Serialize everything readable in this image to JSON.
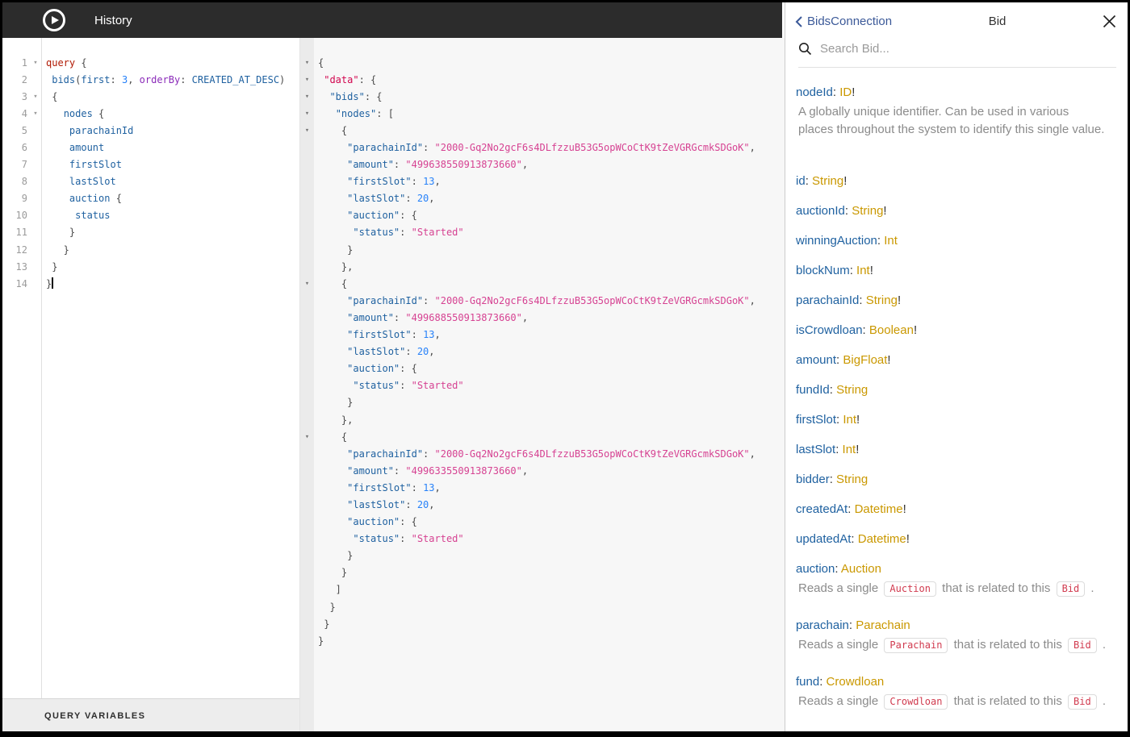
{
  "topbar": {
    "history_label": "History"
  },
  "vars_bar": {
    "label": "QUERY VARIABLES"
  },
  "icons": {
    "play": "play-icon",
    "search": "search-icon",
    "close": "close-icon",
    "back_chevron": "chevron-left-icon",
    "fold": "fold-arrow-icon"
  },
  "colors": {
    "topbar_bg": "#2c2c2c",
    "keyword": "#B11A04",
    "field": "#1F61A0",
    "argument": "#8B2BB9",
    "number": "#2882F9",
    "string": "#D64292",
    "data_key": "#D2054E",
    "type": "#CA9800",
    "back_link": "#3B5998",
    "pill_text": "#d13b4f",
    "response_bg": "#f7f7f7"
  },
  "editor": {
    "lines": [
      {
        "fold": true,
        "t": [
          [
            "k",
            "query "
          ],
          [
            "p",
            "{"
          ]
        ]
      },
      {
        "t": [
          [
            "p",
            " "
          ],
          [
            "f",
            "bids"
          ],
          [
            "p",
            "("
          ],
          [
            "f",
            "first"
          ],
          [
            "p",
            ": "
          ],
          [
            "n",
            "3"
          ],
          [
            "p",
            ", "
          ],
          [
            "a",
            "orderBy"
          ],
          [
            "p",
            ": "
          ],
          [
            "f",
            "CREATED_AT_DESC"
          ],
          [
            "p",
            ")"
          ]
        ]
      },
      {
        "fold": true,
        "t": [
          [
            "p",
            " {"
          ]
        ]
      },
      {
        "fold": true,
        "t": [
          [
            "p",
            "   "
          ],
          [
            "f",
            "nodes "
          ],
          [
            "p",
            "{"
          ]
        ]
      },
      {
        "t": [
          [
            "p",
            "    "
          ],
          [
            "f",
            "parachainId"
          ]
        ]
      },
      {
        "t": [
          [
            "p",
            "    "
          ],
          [
            "f",
            "amount"
          ]
        ]
      },
      {
        "t": [
          [
            "p",
            "    "
          ],
          [
            "f",
            "firstSlot"
          ]
        ]
      },
      {
        "t": [
          [
            "p",
            "    "
          ],
          [
            "f",
            "lastSlot"
          ]
        ]
      },
      {
        "t": [
          [
            "p",
            "    "
          ],
          [
            "f",
            "auction "
          ],
          [
            "p",
            "{"
          ]
        ]
      },
      {
        "t": [
          [
            "p",
            "     "
          ],
          [
            "f",
            "status"
          ]
        ]
      },
      {
        "t": [
          [
            "p",
            "    }"
          ]
        ]
      },
      {
        "t": [
          [
            "p",
            "   }"
          ]
        ]
      },
      {
        "t": [
          [
            "p",
            " }"
          ]
        ]
      },
      {
        "t": [
          [
            "p",
            "}"
          ],
          [
            "c",
            ""
          ]
        ]
      }
    ]
  },
  "response": {
    "lines": [
      {
        "fold": true,
        "t": [
          [
            "p",
            "{"
          ]
        ]
      },
      {
        "fold": true,
        "t": [
          [
            "p",
            " "
          ],
          [
            "d",
            "\"data\""
          ],
          [
            "p",
            ": {"
          ]
        ]
      },
      {
        "fold": true,
        "t": [
          [
            "p",
            "  "
          ],
          [
            "f",
            "\"bids\""
          ],
          [
            "p",
            ": {"
          ]
        ]
      },
      {
        "fold": true,
        "t": [
          [
            "p",
            "   "
          ],
          [
            "f",
            "\"nodes\""
          ],
          [
            "p",
            ": ["
          ]
        ]
      },
      {
        "fold": true,
        "t": [
          [
            "p",
            "    {"
          ]
        ]
      },
      {
        "t": [
          [
            "p",
            "     "
          ],
          [
            "f",
            "\"parachainId\""
          ],
          [
            "p",
            ": "
          ],
          [
            "s",
            "\"2000-Gq2No2gcF6s4DLfzzuB53G5opWCoCtK9tZeVGRGcmkSDGoK\""
          ],
          [
            "p",
            ","
          ]
        ]
      },
      {
        "t": [
          [
            "p",
            "     "
          ],
          [
            "f",
            "\"amount\""
          ],
          [
            "p",
            ": "
          ],
          [
            "s",
            "\"499638550913873660\""
          ],
          [
            "p",
            ","
          ]
        ]
      },
      {
        "t": [
          [
            "p",
            "     "
          ],
          [
            "f",
            "\"firstSlot\""
          ],
          [
            "p",
            ": "
          ],
          [
            "n",
            "13"
          ],
          [
            "p",
            ","
          ]
        ]
      },
      {
        "t": [
          [
            "p",
            "     "
          ],
          [
            "f",
            "\"lastSlot\""
          ],
          [
            "p",
            ": "
          ],
          [
            "n",
            "20"
          ],
          [
            "p",
            ","
          ]
        ]
      },
      {
        "t": [
          [
            "p",
            "     "
          ],
          [
            "f",
            "\"auction\""
          ],
          [
            "p",
            ": {"
          ]
        ]
      },
      {
        "t": [
          [
            "p",
            "      "
          ],
          [
            "f",
            "\"status\""
          ],
          [
            "p",
            ": "
          ],
          [
            "s",
            "\"Started\""
          ]
        ]
      },
      {
        "t": [
          [
            "p",
            "     }"
          ]
        ]
      },
      {
        "t": [
          [
            "p",
            "    },"
          ]
        ]
      },
      {
        "fold": true,
        "t": [
          [
            "p",
            "    {"
          ]
        ]
      },
      {
        "t": [
          [
            "p",
            "     "
          ],
          [
            "f",
            "\"parachainId\""
          ],
          [
            "p",
            ": "
          ],
          [
            "s",
            "\"2000-Gq2No2gcF6s4DLfzzuB53G5opWCoCtK9tZeVGRGcmkSDGoK\""
          ],
          [
            "p",
            ","
          ]
        ]
      },
      {
        "t": [
          [
            "p",
            "     "
          ],
          [
            "f",
            "\"amount\""
          ],
          [
            "p",
            ": "
          ],
          [
            "s",
            "\"499688550913873660\""
          ],
          [
            "p",
            ","
          ]
        ]
      },
      {
        "t": [
          [
            "p",
            "     "
          ],
          [
            "f",
            "\"firstSlot\""
          ],
          [
            "p",
            ": "
          ],
          [
            "n",
            "13"
          ],
          [
            "p",
            ","
          ]
        ]
      },
      {
        "t": [
          [
            "p",
            "     "
          ],
          [
            "f",
            "\"lastSlot\""
          ],
          [
            "p",
            ": "
          ],
          [
            "n",
            "20"
          ],
          [
            "p",
            ","
          ]
        ]
      },
      {
        "t": [
          [
            "p",
            "     "
          ],
          [
            "f",
            "\"auction\""
          ],
          [
            "p",
            ": {"
          ]
        ]
      },
      {
        "t": [
          [
            "p",
            "      "
          ],
          [
            "f",
            "\"status\""
          ],
          [
            "p",
            ": "
          ],
          [
            "s",
            "\"Started\""
          ]
        ]
      },
      {
        "t": [
          [
            "p",
            "     }"
          ]
        ]
      },
      {
        "t": [
          [
            "p",
            "    },"
          ]
        ]
      },
      {
        "fold": true,
        "t": [
          [
            "p",
            "    {"
          ]
        ]
      },
      {
        "t": [
          [
            "p",
            "     "
          ],
          [
            "f",
            "\"parachainId\""
          ],
          [
            "p",
            ": "
          ],
          [
            "s",
            "\"2000-Gq2No2gcF6s4DLfzzuB53G5opWCoCtK9tZeVGRGcmkSDGoK\""
          ],
          [
            "p",
            ","
          ]
        ]
      },
      {
        "t": [
          [
            "p",
            "     "
          ],
          [
            "f",
            "\"amount\""
          ],
          [
            "p",
            ": "
          ],
          [
            "s",
            "\"499633550913873660\""
          ],
          [
            "p",
            ","
          ]
        ]
      },
      {
        "t": [
          [
            "p",
            "     "
          ],
          [
            "f",
            "\"firstSlot\""
          ],
          [
            "p",
            ": "
          ],
          [
            "n",
            "13"
          ],
          [
            "p",
            ","
          ]
        ]
      },
      {
        "t": [
          [
            "p",
            "     "
          ],
          [
            "f",
            "\"lastSlot\""
          ],
          [
            "p",
            ": "
          ],
          [
            "n",
            "20"
          ],
          [
            "p",
            ","
          ]
        ]
      },
      {
        "t": [
          [
            "p",
            "     "
          ],
          [
            "f",
            "\"auction\""
          ],
          [
            "p",
            ": {"
          ]
        ]
      },
      {
        "t": [
          [
            "p",
            "      "
          ],
          [
            "f",
            "\"status\""
          ],
          [
            "p",
            ": "
          ],
          [
            "s",
            "\"Started\""
          ]
        ]
      },
      {
        "t": [
          [
            "p",
            "     }"
          ]
        ]
      },
      {
        "t": [
          [
            "p",
            "    }"
          ]
        ]
      },
      {
        "t": [
          [
            "p",
            "   ]"
          ]
        ]
      },
      {
        "t": [
          [
            "p",
            "  }"
          ]
        ]
      },
      {
        "t": [
          [
            "p",
            " }"
          ]
        ]
      },
      {
        "t": [
          [
            "p",
            "}"
          ]
        ]
      }
    ]
  },
  "doc_panel": {
    "back_label": "BidsConnection",
    "title": "Bid",
    "search_placeholder": "Search Bid...",
    "rel_pre": "Reads a single",
    "rel_mid": "that is related to this",
    "rel_post": ".",
    "fields": [
      {
        "name": "nodeId",
        "type": "ID",
        "bang": true,
        "desc": "A globally unique identifier. Can be used in various places throughout the system to identify this single value.",
        "section_end": true
      },
      {
        "name": "id",
        "type": "String",
        "bang": true
      },
      {
        "name": "auctionId",
        "type": "String",
        "bang": true
      },
      {
        "name": "winningAuction",
        "type": "Int",
        "bang": false
      },
      {
        "name": "blockNum",
        "type": "Int",
        "bang": true
      },
      {
        "name": "parachainId",
        "type": "String",
        "bang": true
      },
      {
        "name": "isCrowdloan",
        "type": "Boolean",
        "bang": true
      },
      {
        "name": "amount",
        "type": "BigFloat",
        "bang": true
      },
      {
        "name": "fundId",
        "type": "String",
        "bang": false
      },
      {
        "name": "firstSlot",
        "type": "Int",
        "bang": true
      },
      {
        "name": "lastSlot",
        "type": "Int",
        "bang": true
      },
      {
        "name": "bidder",
        "type": "String",
        "bang": false
      },
      {
        "name": "createdAt",
        "type": "Datetime",
        "bang": true
      },
      {
        "name": "updatedAt",
        "type": "Datetime",
        "bang": true
      },
      {
        "name": "auction",
        "type": "Auction",
        "bang": false,
        "rel": [
          "Auction",
          "Bid"
        ]
      },
      {
        "name": "parachain",
        "type": "Parachain",
        "bang": false,
        "rel": [
          "Parachain",
          "Bid"
        ],
        "gap_lg": true
      },
      {
        "name": "fund",
        "type": "Crowdloan",
        "bang": false,
        "rel": [
          "Crowdloan",
          "Bid"
        ],
        "gap_lg": true
      }
    ]
  }
}
